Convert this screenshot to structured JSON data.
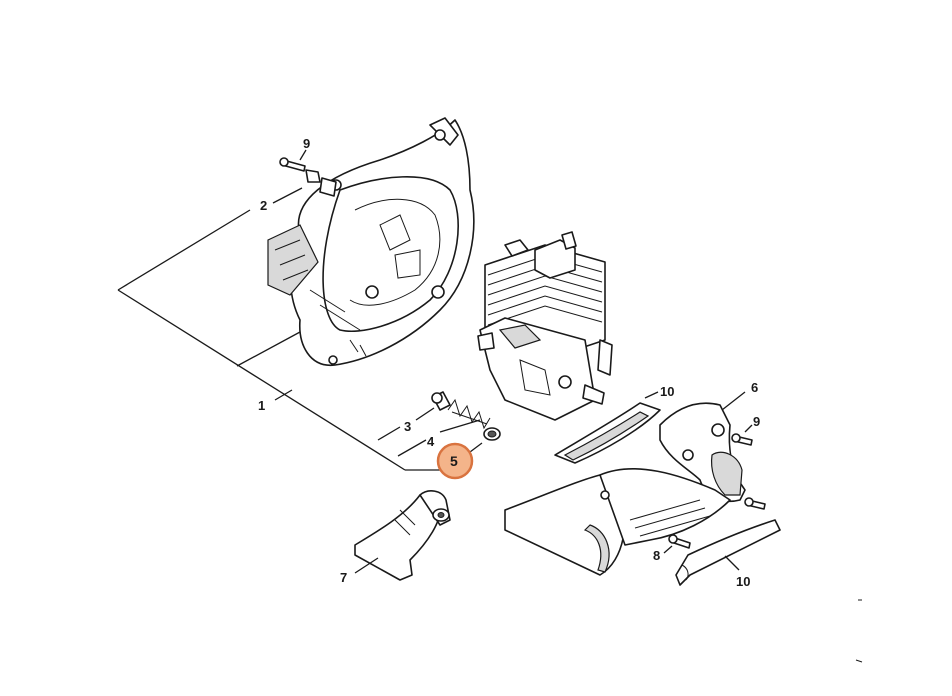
{
  "diagram": {
    "callouts": [
      {
        "id": "c1",
        "label": "1"
      },
      {
        "id": "c2",
        "label": "2"
      },
      {
        "id": "c3",
        "label": "3"
      },
      {
        "id": "c4",
        "label": "4"
      },
      {
        "id": "c5",
        "label": "5",
        "highlighted": true
      },
      {
        "id": "c6",
        "label": "6"
      },
      {
        "id": "c7",
        "label": "7"
      },
      {
        "id": "c8",
        "label": "8"
      },
      {
        "id": "c9a",
        "label": "9"
      },
      {
        "id": "c9b",
        "label": "9"
      },
      {
        "id": "c10a",
        "label": "10"
      },
      {
        "id": "c10b",
        "label": "10"
      }
    ],
    "highlight_color": "#f4b48a",
    "highlight_stroke": "#d9733f"
  }
}
